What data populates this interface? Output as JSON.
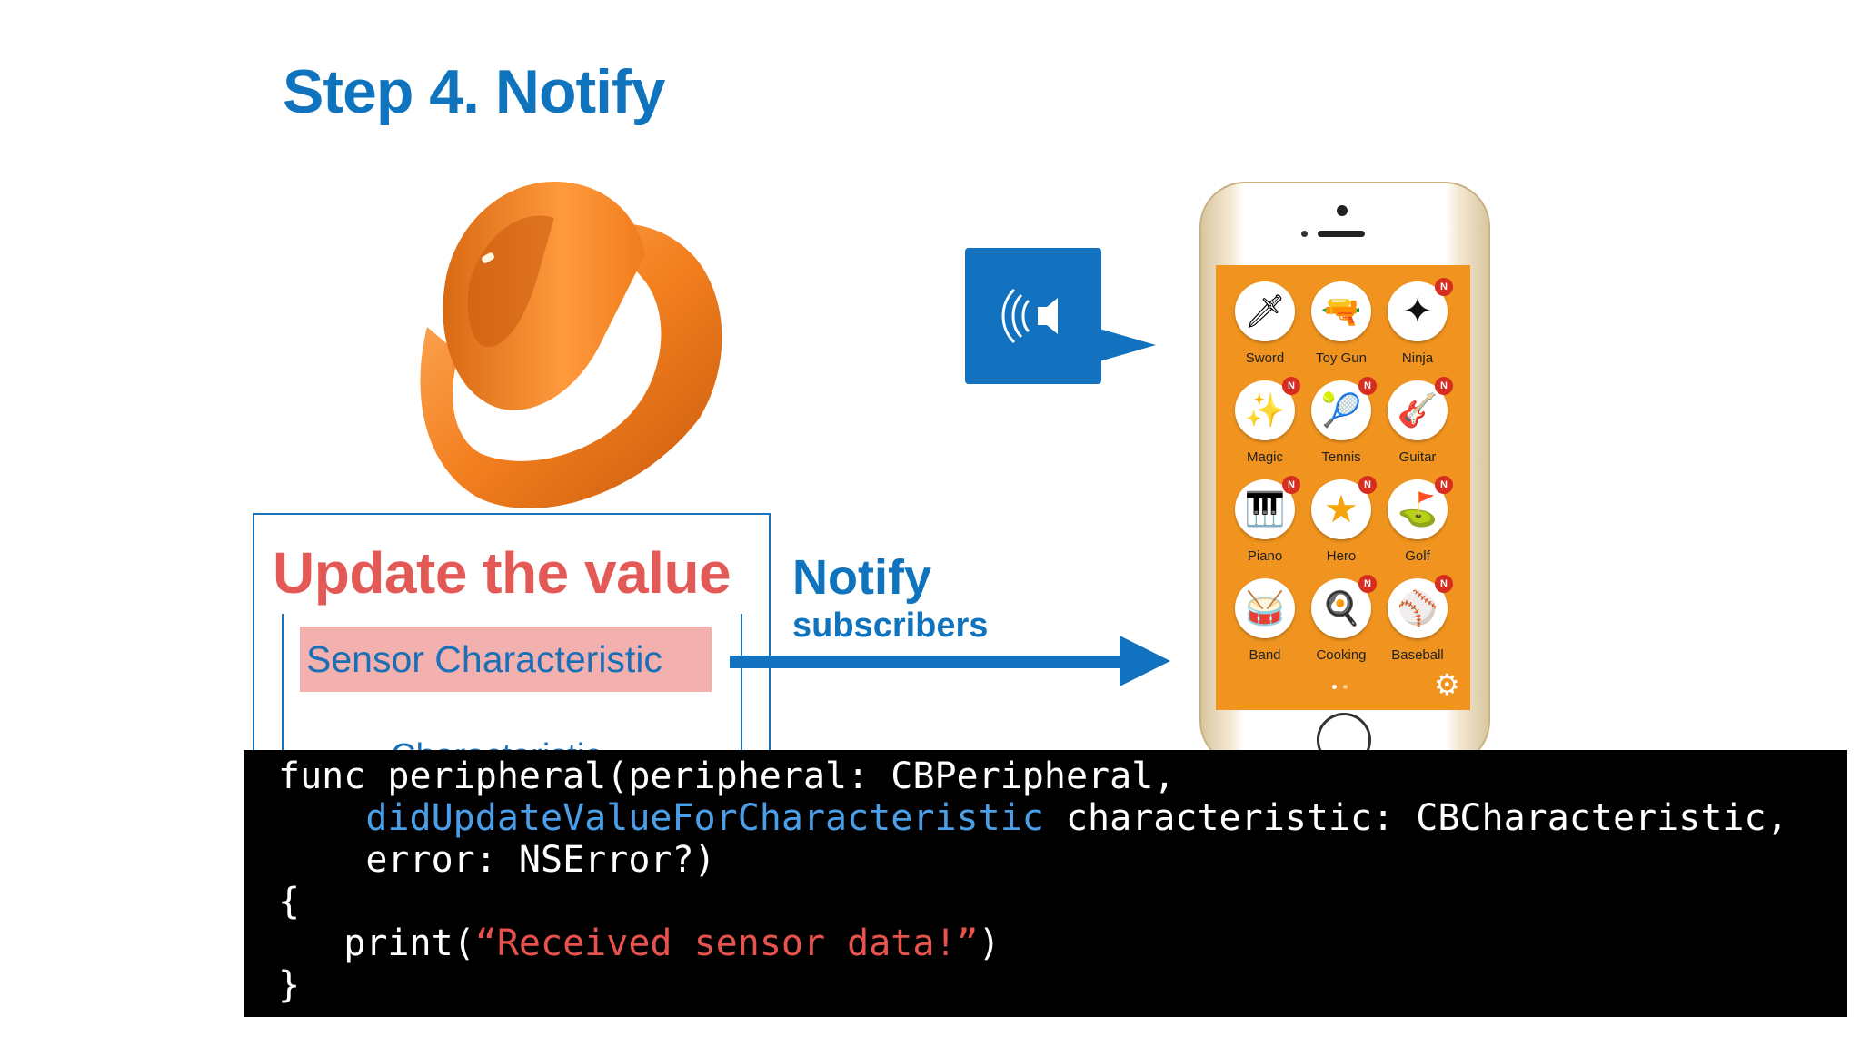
{
  "slide": {
    "title": "Step 4. Notify"
  },
  "update_box": {
    "title": "Update the value",
    "sensor_label": "Sensor Characteristic",
    "cut_label": "Characteristic"
  },
  "notify": {
    "title": "Notify",
    "subtitle": "subscribers"
  },
  "phone": {
    "apps": [
      {
        "label": "Sword",
        "icon": "sword-icon",
        "badge": ""
      },
      {
        "label": "Toy Gun",
        "icon": "toy-gun-icon",
        "badge": ""
      },
      {
        "label": "Ninja",
        "icon": "shuriken-icon",
        "badge": "N"
      },
      {
        "label": "Magic",
        "icon": "magic-wand-icon",
        "badge": "N"
      },
      {
        "label": "Tennis",
        "icon": "tennis-racket-icon",
        "badge": "N"
      },
      {
        "label": "Guitar",
        "icon": "guitar-icon",
        "badge": "N"
      },
      {
        "label": "Piano",
        "icon": "piano-icon",
        "badge": "N"
      },
      {
        "label": "Hero",
        "icon": "star-icon",
        "badge": "N"
      },
      {
        "label": "Golf",
        "icon": "golf-club-icon",
        "badge": "N"
      },
      {
        "label": "Band",
        "icon": "drum-icon",
        "badge": ""
      },
      {
        "label": "Cooking",
        "icon": "frying-pan-icon",
        "badge": "N"
      },
      {
        "label": "Baseball",
        "icon": "baseball-bat-icon",
        "badge": "N"
      }
    ]
  },
  "code": {
    "line1": "func peripheral(peripheral: CBPeripheral,",
    "line2_indent": "    ",
    "line2_method": "didUpdateValueForCharacteristic",
    "line2_rest": " characteristic: CBCharacteristic,",
    "line3": "    error: NSError?)",
    "line4": "{",
    "line5_prefix": "   print(",
    "line5_string": "“Received sensor data!”",
    "line5_suffix": ")",
    "line6": "}"
  },
  "colors": {
    "title_blue": "#0f74bd",
    "update_red": "#e25955",
    "sensor_highlight": "#f2b1ae",
    "phone_screen": "#f1941f",
    "code_bg": "#000000",
    "code_method": "#4a9fe8",
    "code_string": "#e8524d"
  }
}
